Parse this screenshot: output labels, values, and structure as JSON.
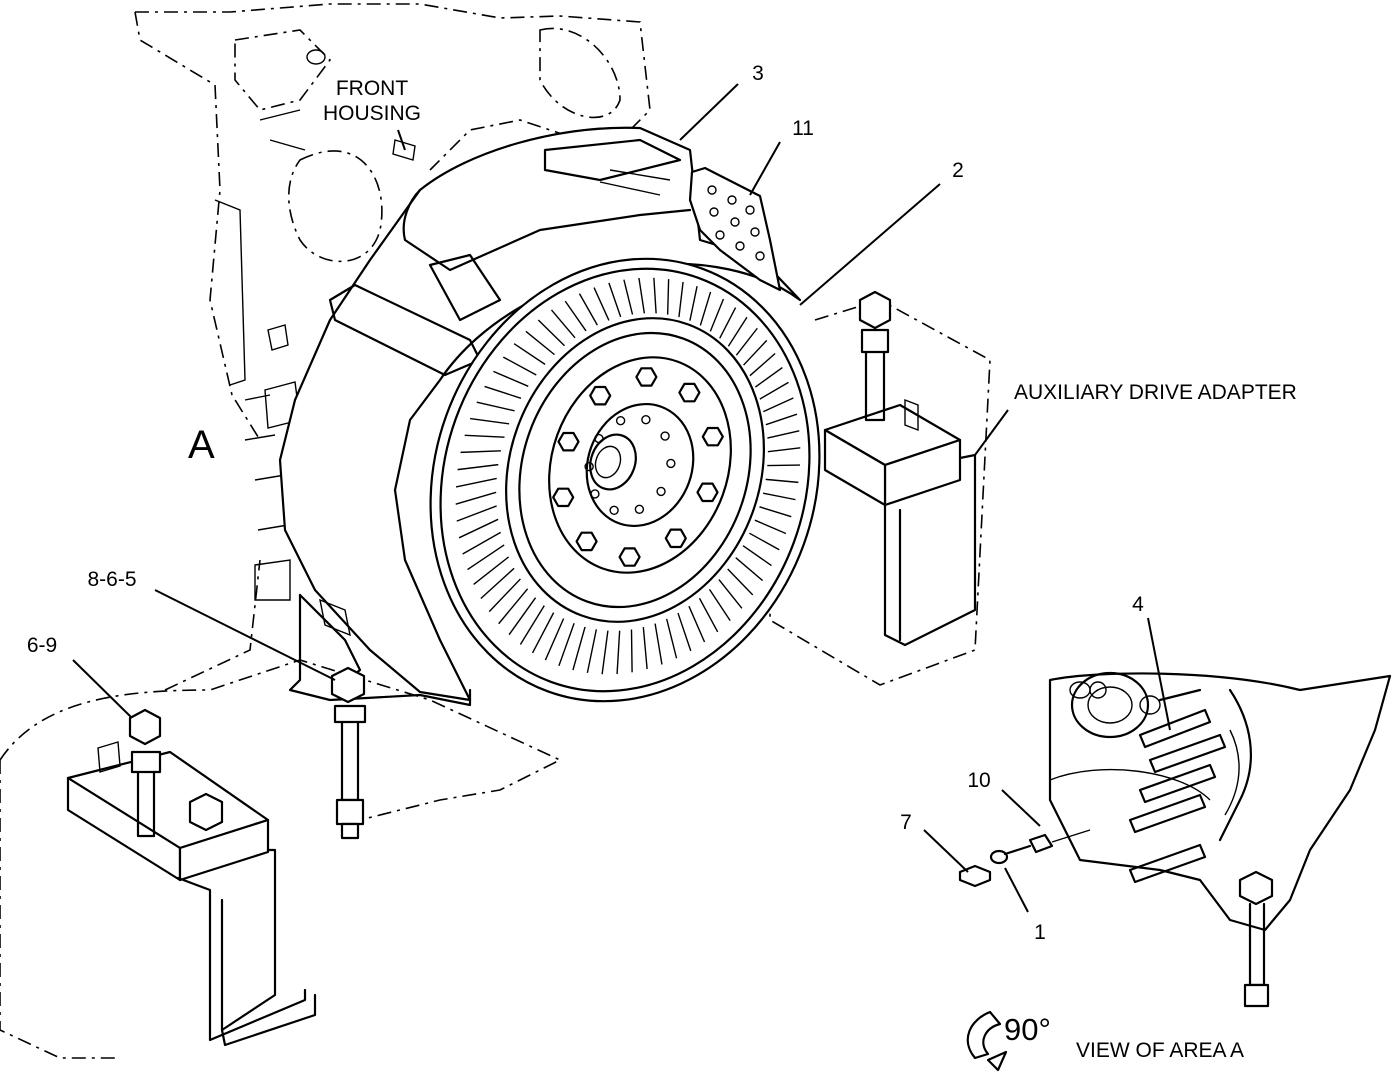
{
  "labels": {
    "front_housing_line1": "FRONT",
    "front_housing_line2": "HOUSING",
    "auxiliary_drive_adapter": "AUXILIARY DRIVE ADAPTER",
    "area_marker": "A",
    "callout_3": "3",
    "callout_11": "11",
    "callout_2": "2",
    "callout_8_6_5": "8-6-5",
    "callout_6_9": "6-9",
    "callout_4": "4",
    "callout_10": "10",
    "callout_7": "7",
    "callout_1": "1",
    "rotation": "90°",
    "view_caption": "VIEW OF AREA  A"
  },
  "icons": {
    "rotation_arrow": "rotate-arrow-icon"
  }
}
